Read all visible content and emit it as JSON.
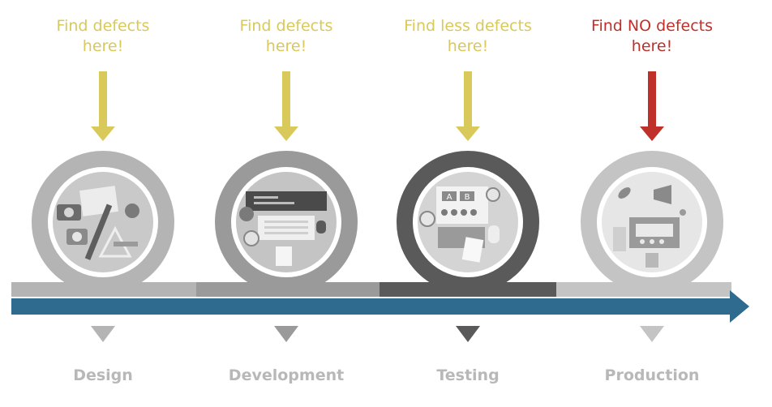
{
  "colors": {
    "yellow": "#d9c85a",
    "red": "#c0302b",
    "label_gray": "#b8b8b8",
    "timeline_blue": "#2f6a8f",
    "light_gray": "#b4b4b4",
    "mid_gray": "#999999",
    "dark_gray": "#5a5a5a"
  },
  "stages": [
    {
      "id": "design",
      "callout_line1": "Find defects",
      "callout_line2": "here!",
      "callout_color": "#d9c85a",
      "arrow_color": "#d9c85a",
      "label": "Design",
      "ring_color": "#b4b4b4",
      "bar_color": "#b4b4b4",
      "marker_color": "#b4b4b4",
      "icon": "design-tools-icon"
    },
    {
      "id": "development",
      "callout_line1": "Find defects",
      "callout_line2": "here!",
      "callout_color": "#d9c85a",
      "arrow_color": "#d9c85a",
      "label": "Development",
      "ring_color": "#9a9a9a",
      "bar_color": "#9a9a9a",
      "marker_color": "#9a9a9a",
      "icon": "laptop-coding-icon"
    },
    {
      "id": "testing",
      "callout_line1": "Find less defects",
      "callout_line2": "here!",
      "callout_color": "#d9c85a",
      "arrow_color": "#d9c85a",
      "label": "Testing",
      "ring_color": "#5a5a5a",
      "bar_color": "#5a5a5a",
      "marker_color": "#5a5a5a",
      "icon": "ab-testing-icon"
    },
    {
      "id": "production",
      "callout_line1": "Find NO defects",
      "callout_line2": "here!",
      "callout_color": "#c0302b",
      "arrow_color": "#c0302b",
      "label": "Production",
      "ring_color": "#c4c4c4",
      "bar_color": "#c4c4c4",
      "marker_color": "#c4c4c4",
      "icon": "rocket-launch-icon"
    }
  ]
}
